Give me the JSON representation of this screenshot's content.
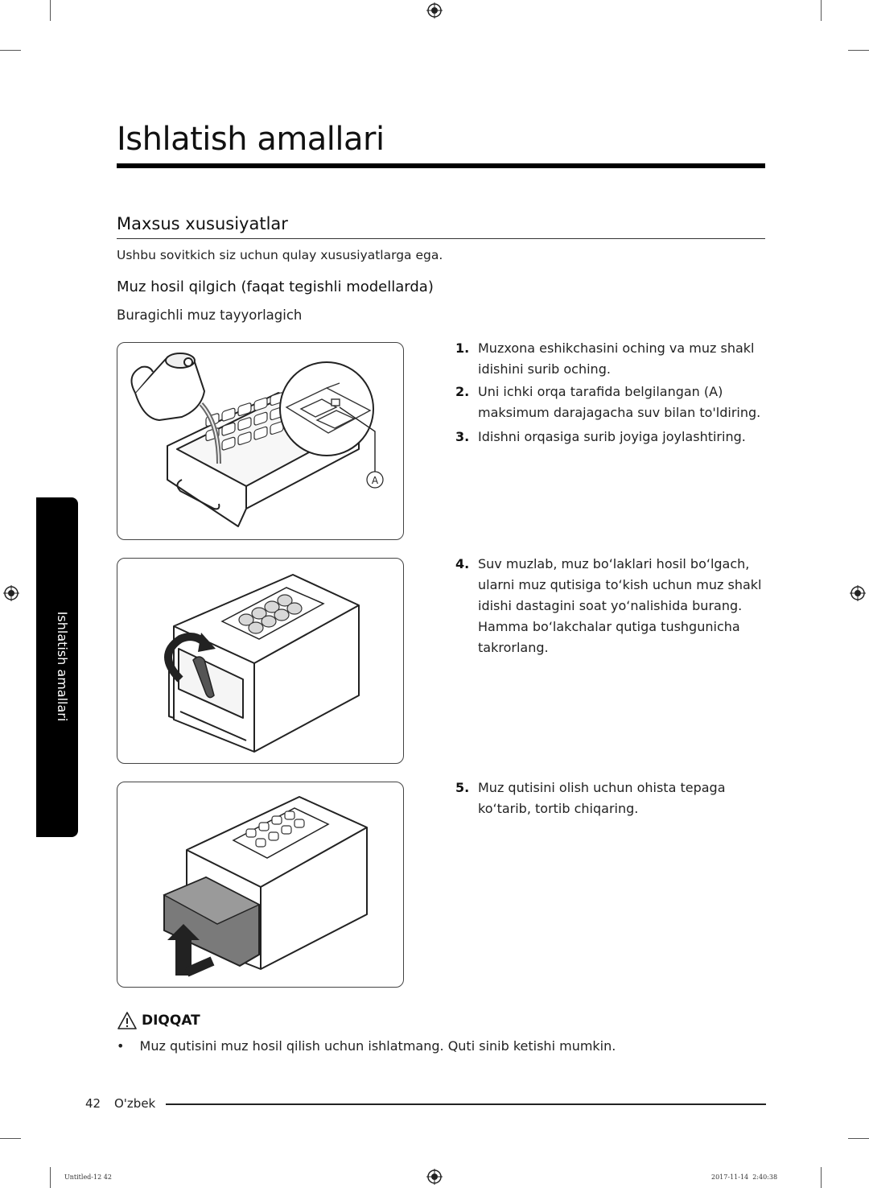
{
  "chapter": {
    "title": "Ishlatish amallari"
  },
  "section": {
    "title": "Maxsus xususiyatlar",
    "intro": "Ushbu sovitkich siz uchun qulay xususiyatlarga ega."
  },
  "subsection": {
    "title": "Muz hosil qilgich (faqat tegishli modellarda)",
    "subtitle": "Buragichli muz tayyorlagich"
  },
  "figures": {
    "callout_label": "A"
  },
  "steps": [
    {
      "num": "1.",
      "text": "Muzxona eshikchasini oching va muz shakl idishini surib oching."
    },
    {
      "num": "2.",
      "text": "Uni ichki orqa tarafida belgilangan (A) maksimum darajagacha suv bilan to'ldiring."
    },
    {
      "num": "3.",
      "text": "Idishni orqasiga surib joyiga joylashtiring."
    },
    {
      "num": "4.",
      "text": "Suv muzlab, muz bo‘laklari hosil bo‘lgach, ularni muz qutisiga to‘kish uchun muz shakl idishi dastagini soat yo‘nalishida burang. Hamma bo‘lakchalar qutiga tushgunicha takrorlang."
    },
    {
      "num": "5.",
      "text": "Muz qutisini olish uchun ohista tepaga ko‘tarib, tortib chiqaring."
    }
  ],
  "side_tab": {
    "label": "Ishlatish amallari"
  },
  "caution": {
    "heading": "DIQQAT",
    "bullet": "•",
    "text": "Muz qutisini muz hosil qilish uchun ishlatmang. Quti sinib ketishi mumkin."
  },
  "footer": {
    "page_number": "42",
    "language": "O'zbek"
  },
  "print_slug": {
    "file": "Untitled-12   42",
    "date_time": "2017-11-14   ￼ 2:40:38"
  }
}
